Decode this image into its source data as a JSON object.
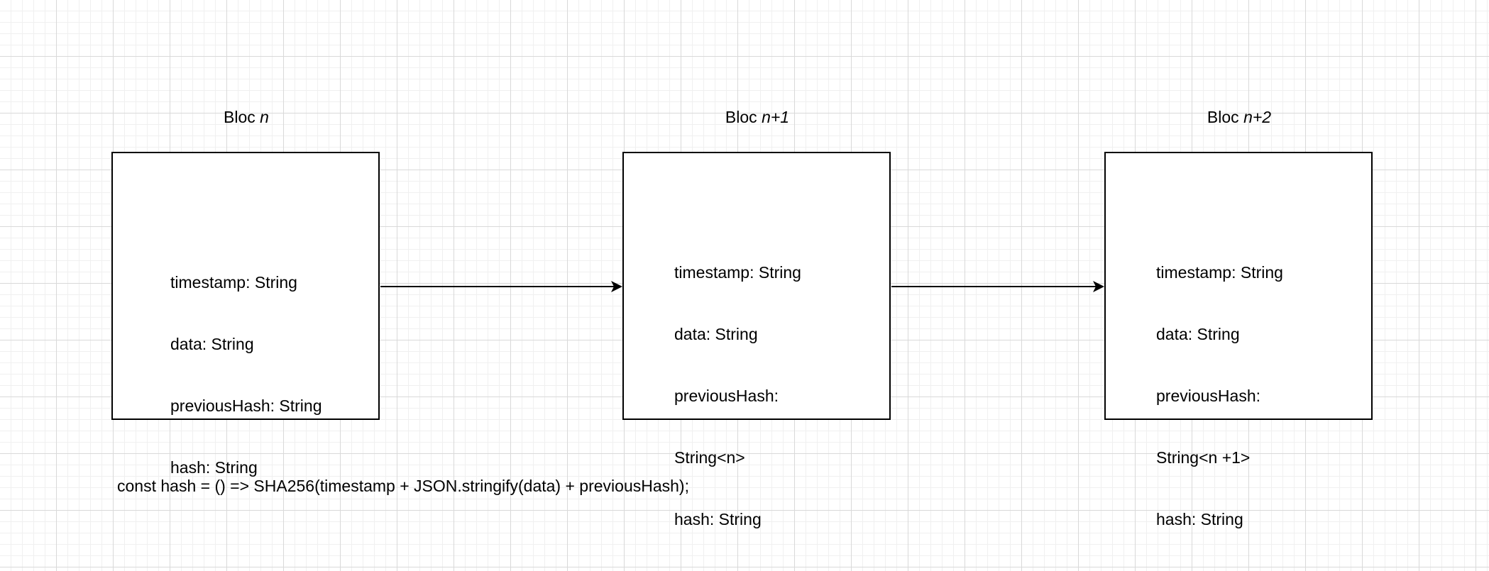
{
  "blocks": [
    {
      "title_prefix": "Bloc",
      "title_suffix": "n",
      "fields": [
        "timestamp: String",
        "data: String",
        "previousHash: String",
        "hash: String"
      ]
    },
    {
      "title_prefix": "Bloc",
      "title_suffix": "n+1",
      "fields": [
        "timestamp: String",
        "data: String",
        "previousHash:",
        "String<n>",
        "hash: String"
      ]
    },
    {
      "title_prefix": "Bloc",
      "title_suffix": "n+2",
      "fields": [
        "timestamp: String",
        "data: String",
        "previousHash:",
        "String<n +1>",
        "hash: String"
      ]
    }
  ],
  "code_line": "const hash = () => SHA256(timestamp + JSON.stringify(data) + previousHash);"
}
